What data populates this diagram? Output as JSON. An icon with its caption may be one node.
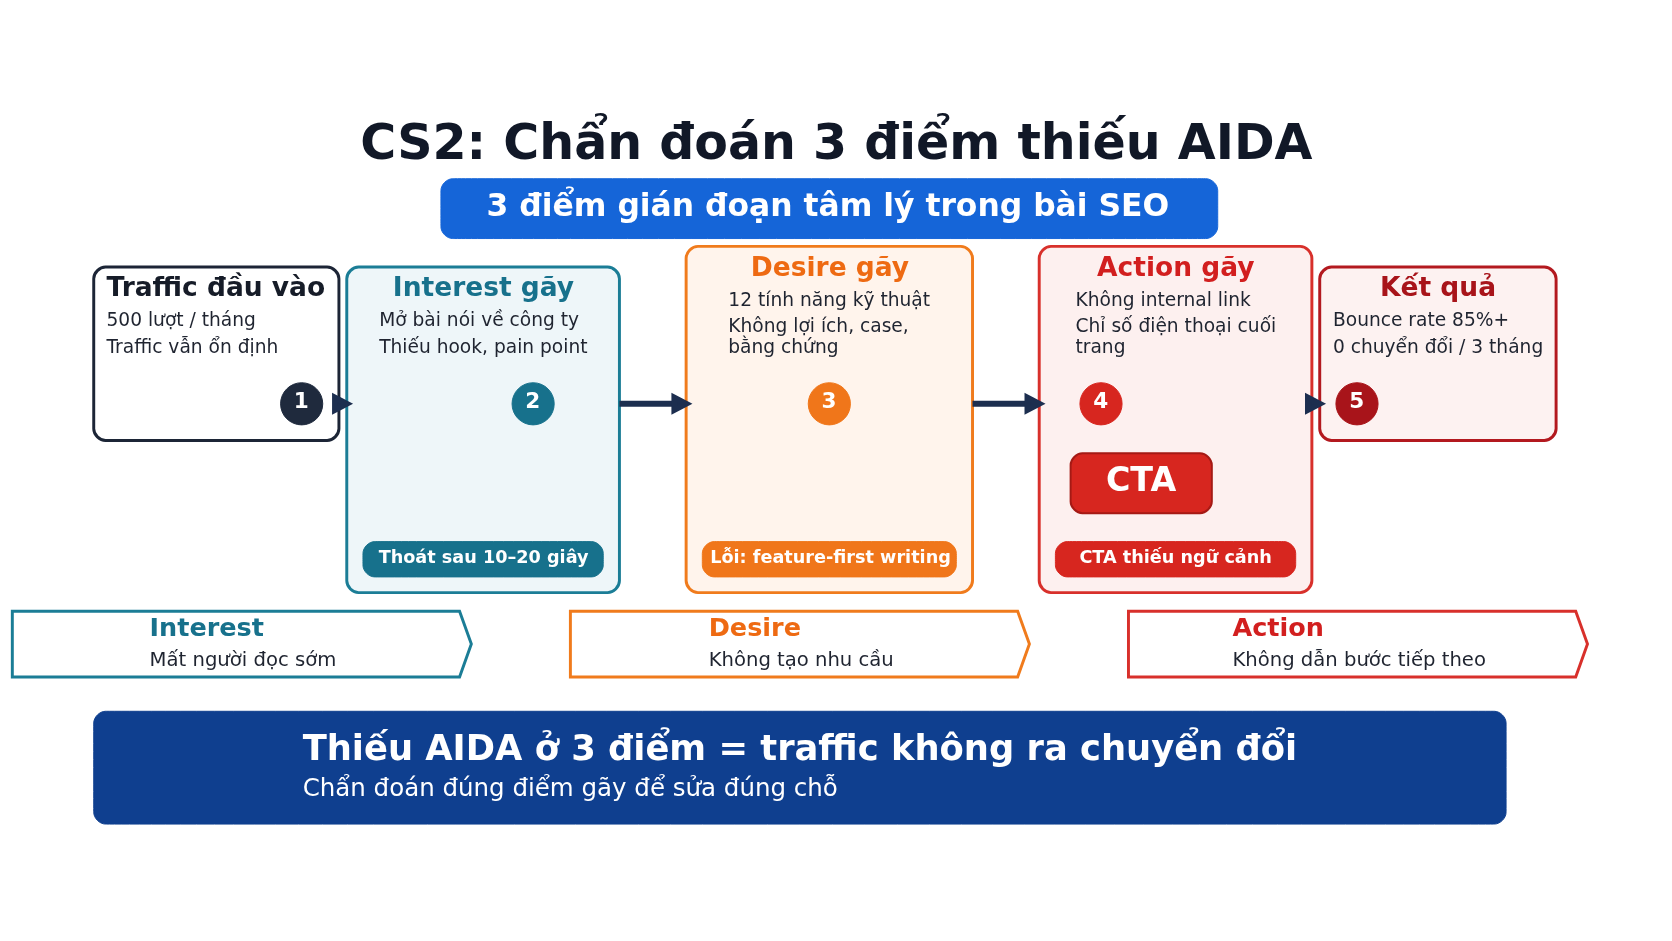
{
  "diagram": {
    "title": "CS2: Chẩn đoán 3 điểm thiếu AIDA",
    "nodes": [
      {
        "text": [
          "3 điểm gián đoạn tâm lý trong bài SEO"
        ]
      },
      {
        "text": [
          "Traffic đầu vào",
          "500 lượt / tháng",
          "Traffic vẫn ổn định"
        ]
      },
      {
        "text": [
          "1"
        ],
        "in": 1
      },
      {
        "text": [
          "Interest gãy",
          "Mở bài nói về công ty",
          "Thiếu hook, pain point"
        ]
      },
      {
        "text": [
          "2"
        ],
        "in": 3
      },
      {
        "text": [
          "Thoát sau 10–20 giây"
        ],
        "in": 3
      },
      {
        "text": [
          "Desire gãy",
          "12 tính năng kỹ thuật",
          "Không lợi ích, case, bằng chứng"
        ]
      },
      {
        "text": [
          "3"
        ],
        "in": 6
      },
      {
        "text": [
          "Lỗi: feature-first writing"
        ],
        "in": 6
      },
      {
        "text": [
          "Action gãy",
          "Không internal link",
          "Chỉ số điện thoại cuối trang"
        ]
      },
      {
        "text": [
          "4"
        ],
        "in": 9
      },
      {
        "text": [
          "CTA"
        ],
        "in": 9
      },
      {
        "text": [
          "CTA thiếu ngữ cảnh"
        ],
        "in": 9
      },
      {
        "text": [
          "Kết quả",
          "Bounce rate 85%+",
          "0 chuyển đổi / 3 tháng"
        ]
      },
      {
        "text": [
          "5"
        ],
        "in": 13
      },
      {
        "text": [
          "Interest",
          "Mất người đọc sớm"
        ]
      },
      {
        "text": [
          "Desire",
          "Không tạo nhu cầu"
        ]
      },
      {
        "text": [
          "Action",
          "Không dẫn bước tiếp theo"
        ]
      },
      {
        "text": [
          "Thiếu AIDA ở 3 điểm = traffic không ra chuyển đổi",
          "Chẩn đoán đúng điểm gãy để sửa đúng chỗ"
        ]
      }
    ],
    "edges": [
      {
        "from": 1,
        "to": 3,
        "arrow": "to"
      },
      {
        "from": 3,
        "to": 6,
        "arrow": "to"
      },
      {
        "from": 6,
        "to": 9,
        "arrow": "to"
      },
      {
        "from": 9,
        "to": 13,
        "arrow": "to"
      }
    ]
  }
}
